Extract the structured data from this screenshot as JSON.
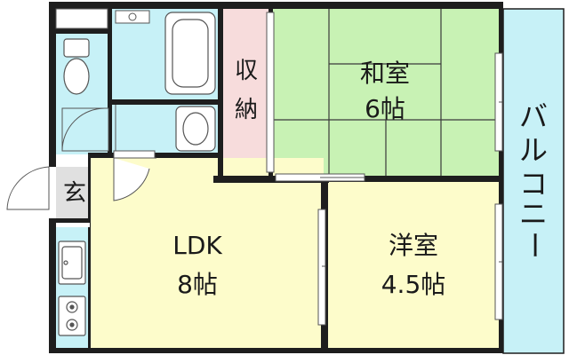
{
  "colors": {
    "wall": "#1e1e1e",
    "tatami": "#c8f2b4",
    "ldk": "#fdfccb",
    "yoshitsu": "#fdfccb",
    "wet_area": "#c7f1f7",
    "storage": "#f7dcdc",
    "balcony": "#c7f1f7",
    "genkan": "#e0e0e0",
    "white": "#ffffff"
  },
  "rooms": {
    "washitsu": {
      "name": "和室",
      "size": "6帖"
    },
    "ldk": {
      "name": "LDK",
      "size": "8帖"
    },
    "yoshitsu": {
      "name": "洋室",
      "size": "4.5帖"
    },
    "storage": {
      "line1": "収",
      "line2": "納"
    },
    "genkan": {
      "name": "玄"
    },
    "balcony": {
      "chars": [
        "バ",
        "ル",
        "コ",
        "ニ",
        "ー"
      ]
    }
  },
  "icons": [
    "toilet-icon",
    "bathtub-icon",
    "washbasin-icon",
    "sink-icon",
    "gas-stove-icon",
    "door-swing-icon"
  ]
}
